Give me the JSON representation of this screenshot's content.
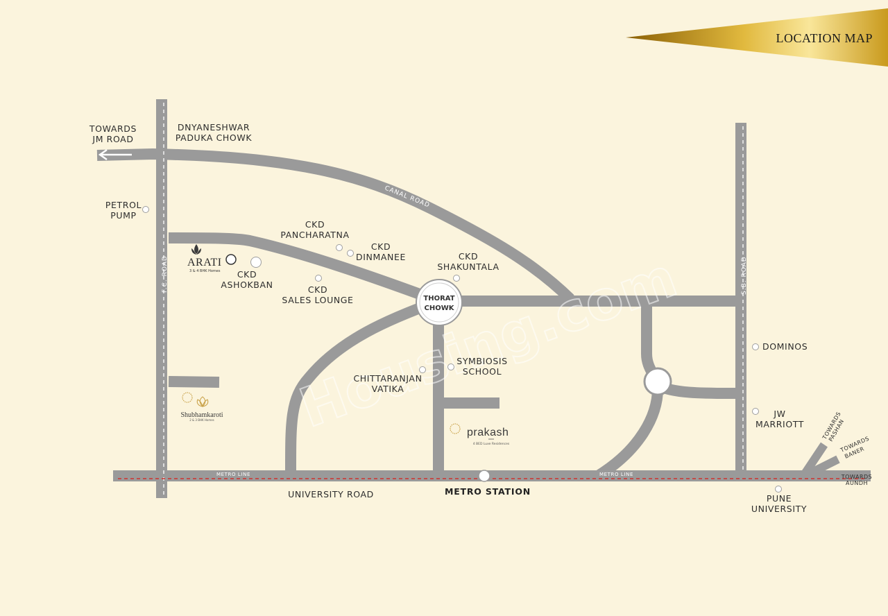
{
  "header": {
    "title": "LOCATION MAP",
    "accent": "#c99a1d"
  },
  "watermark": "Housing.com",
  "roads": {
    "fc_road": "F.C. ROAD",
    "sb_road": "S.B. ROAD",
    "canal_road": "CANAL ROAD",
    "metro_line": "METRO LINE",
    "university_road": "UNIVERSITY ROAD"
  },
  "directions": {
    "jm_road": [
      "TOWARDS",
      "JM ROAD"
    ],
    "pashan": [
      "TOWARDS",
      "PASHAN"
    ],
    "baner": [
      "TOWARDS",
      "BANER"
    ],
    "aundh": [
      "TOWARDS",
      "AUNDH"
    ]
  },
  "places": {
    "dnyaneshwar": [
      "DNYANESHWAR",
      "PADUKA CHOWK"
    ],
    "petrol_pump": [
      "PETROL",
      "PUMP"
    ],
    "pancharatna": [
      "CKD",
      "PANCHARATNA"
    ],
    "dinmanee": [
      "CKD",
      "DINMANEE"
    ],
    "shakuntala": [
      "CKD",
      "SHAKUNTALA"
    ],
    "ashokban": [
      "CKD",
      "ASHOKBAN"
    ],
    "sales_lounge": [
      "CKD",
      "SALES LOUNGE"
    ],
    "thorat_chowk": [
      "THORAT",
      "CHOWK"
    ],
    "symbiosis": [
      "SYMBIOSIS",
      "SCHOOL"
    ],
    "chittaranjan": [
      "CHITTARANJAN",
      "VATIKA"
    ],
    "dominos": "DOMINOS",
    "jw_marriott": [
      "JW",
      "MARRIOTT"
    ],
    "pune_university": [
      "PUNE",
      "UNIVERSITY"
    ],
    "metro_station": "METRO STATION"
  },
  "projects": {
    "arati": {
      "name": "ARATI",
      "tagline": "3 & 4 BHK Homes"
    },
    "shubhamkaroti": {
      "name": "Shubhamkaroti",
      "tagline": "2 & 3 BHK Homes"
    },
    "prakash": {
      "name": "prakash",
      "tagline": "4 BED Luxe Residences"
    }
  },
  "colors": {
    "background": "#fbf4dd",
    "road": "#9a9a9a",
    "metro_line": "#d0312d",
    "gold": "#c99a1d"
  }
}
